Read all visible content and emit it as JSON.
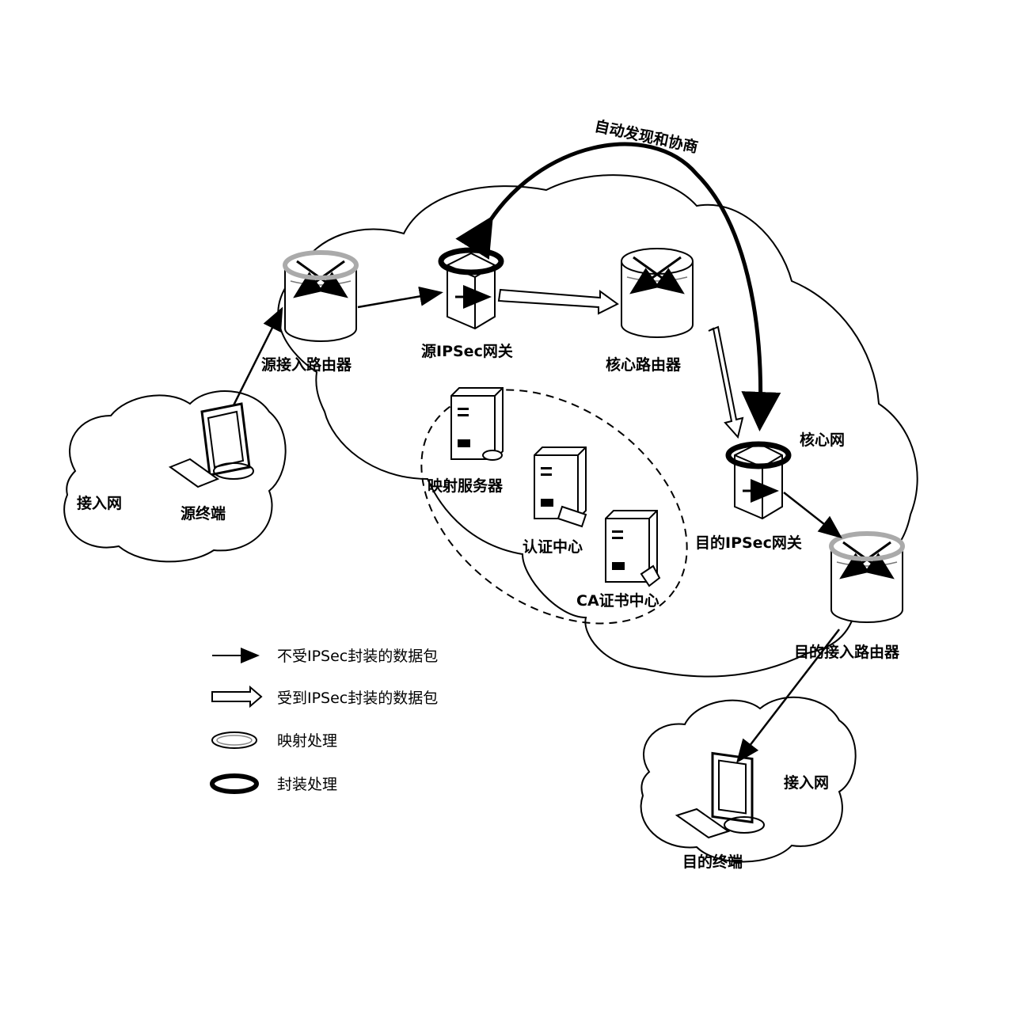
{
  "diagram": {
    "auto_discovery_label": "自动发现和协商",
    "core_network_label": "核心网",
    "nodes": {
      "source_access_router": "源接入路由器",
      "source_ipsec_gateway": "源IPSec网关",
      "core_router": "核心路由器",
      "dest_ipsec_gateway": "目的IPSec网关",
      "dest_access_router": "目的接入路由器",
      "source_terminal": "源终端",
      "dest_terminal": "目的终端",
      "mapping_server": "映射服务器",
      "auth_center": "认证中心",
      "ca_center": "CA证书中心"
    },
    "access_network_left": "接入网",
    "access_network_right": "接入网"
  },
  "legend": [
    {
      "label": "不受IPSec封装的数据包",
      "icon": "thin-arrow-icon"
    },
    {
      "label": "受到IPSec封装的数据包",
      "icon": "hollow-arrow-icon"
    },
    {
      "label": "映射处理",
      "icon": "mapping-ring-icon"
    },
    {
      "label": "封装处理",
      "icon": "encapsulation-ring-icon"
    }
  ]
}
